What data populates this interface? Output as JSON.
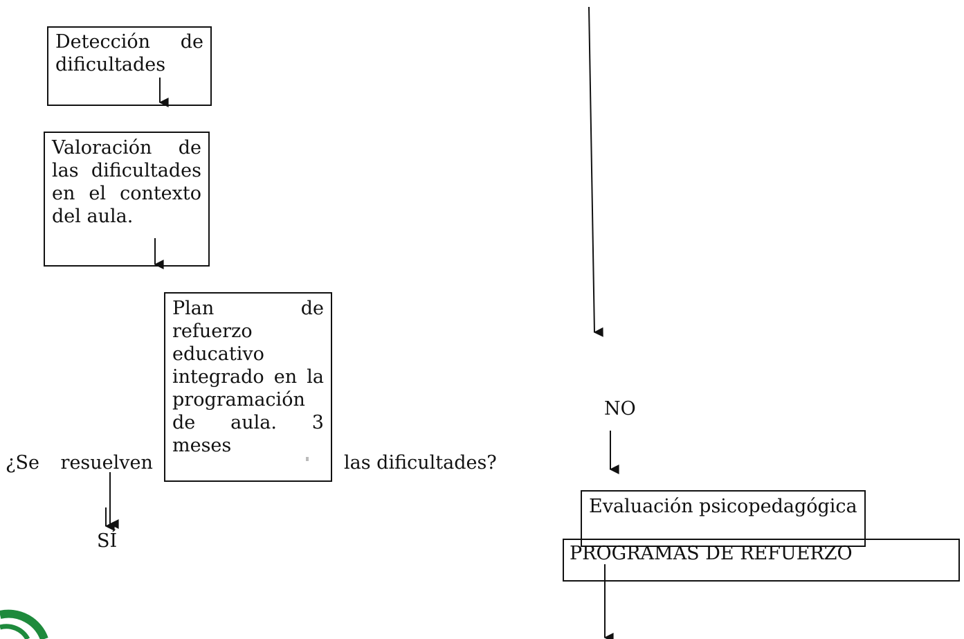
{
  "diagram": {
    "nodes": {
      "deteccion": {
        "text": "Detección de dificultades"
      },
      "valoracion": {
        "text": "Valoración de las dificultades en el contexto del aula."
      },
      "plan": {
        "text": "Plan de refuerzo educativo integrado en la programación de aula. 3 meses"
      },
      "evaluacion": {
        "text": "Evaluación psicopedagógica"
      },
      "programas": {
        "text": "PROGRAMAS DE REFUERZO"
      }
    },
    "labels": {
      "pregunta_izq": "¿Se resuelven",
      "pregunta_der": "las dificultades?",
      "si": "SÍ",
      "no": "NO"
    },
    "colors": {
      "line": "#111111",
      "logo": "#1e8a3c"
    }
  }
}
